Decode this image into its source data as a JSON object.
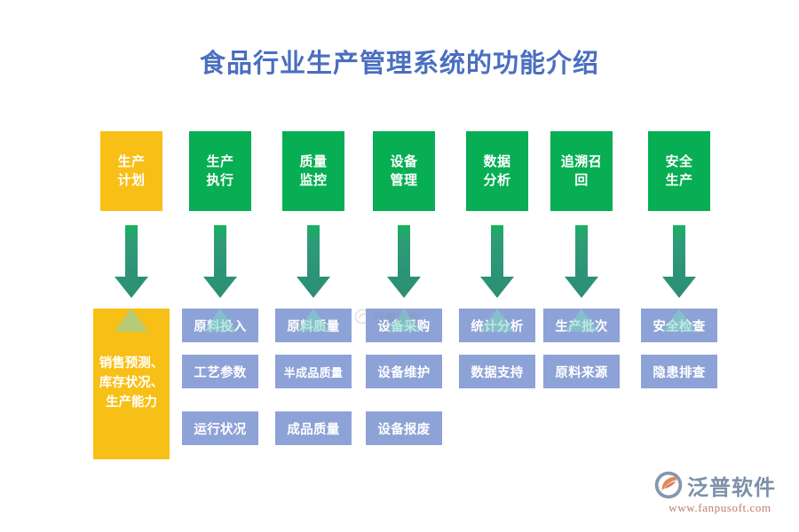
{
  "title": "食品行业生产管理系统的功能介绍",
  "colors": {
    "title": "#4A6FBF",
    "header_green": "#07AE53",
    "header_orange": "#F8BF16",
    "item_blue": "#8DA2D6",
    "arrow_teal": "#2E9478",
    "background": "#FFFFFF"
  },
  "columns": [
    {
      "header_lines": [
        "生产",
        "计划"
      ],
      "header_style": "orange",
      "panel_lines": [
        "销售预测、",
        "库存状况、",
        "生产能力"
      ],
      "items": []
    },
    {
      "header_lines": [
        "生产",
        "执行"
      ],
      "header_style": "green",
      "items": [
        "原料投入",
        "工艺参数",
        "运行状况"
      ]
    },
    {
      "header_lines": [
        "质量",
        "监控"
      ],
      "header_style": "green",
      "items": [
        "原料质量",
        "半成品质量",
        "成品质量"
      ]
    },
    {
      "header_lines": [
        "设备",
        "管理"
      ],
      "header_style": "green",
      "items": [
        "设备采购",
        "设备维护",
        "设备报废"
      ]
    },
    {
      "header_lines": [
        "数据",
        "分析"
      ],
      "header_style": "green",
      "items": [
        "统计分析",
        "数据支持"
      ]
    },
    {
      "header_lines": [
        "追溯召",
        "回"
      ],
      "header_style": "green",
      "items": [
        "生产批次",
        "原料来源"
      ]
    },
    {
      "header_lines": [
        "安全",
        "生产"
      ],
      "header_style": "green",
      "items": [
        "安全检查",
        "隐患排查"
      ]
    }
  ],
  "logo": {
    "name": "泛普软件",
    "url": "www.fanpusoft.com",
    "mark": "swoosh-logo-icon"
  },
  "watermark": {
    "text": "泛普软件"
  }
}
